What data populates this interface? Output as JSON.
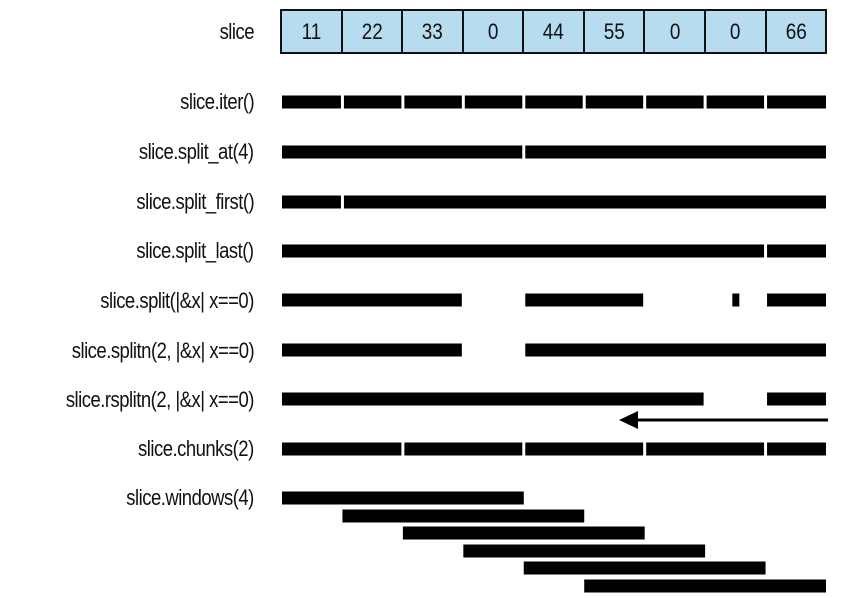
{
  "slice": {
    "label": "slice",
    "values": [
      "11",
      "22",
      "33",
      "0",
      "44",
      "55",
      "0",
      "0",
      "66"
    ]
  },
  "rows": [
    {
      "label": "slice.iter()",
      "segments": [
        [
          0,
          1
        ],
        [
          1,
          2
        ],
        [
          2,
          3
        ],
        [
          3,
          4
        ],
        [
          4,
          5
        ],
        [
          5,
          6
        ],
        [
          6,
          7
        ],
        [
          7,
          8
        ],
        [
          8,
          9
        ]
      ]
    },
    {
      "label": "slice.split_at(4)",
      "segments": [
        [
          0,
          4
        ],
        [
          4,
          9
        ]
      ]
    },
    {
      "label": "slice.split_first()",
      "segments": [
        [
          0,
          1
        ],
        [
          1,
          9
        ]
      ]
    },
    {
      "label": "slice.split_last()",
      "segments": [
        [
          0,
          8
        ],
        [
          8,
          9
        ]
      ]
    },
    {
      "label": "slice.split(|&x| x==0)",
      "segments": [
        [
          0,
          3
        ],
        [
          4,
          6
        ],
        [
          7,
          7
        ],
        [
          8,
          9
        ]
      ]
    },
    {
      "label": "slice.splitn(2, |&x| x==0)",
      "segments": [
        [
          0,
          3
        ],
        [
          4,
          9
        ]
      ]
    },
    {
      "label": "slice.rsplitn(2, |&x| x==0)",
      "segments": [
        [
          0,
          7
        ],
        [
          8,
          9
        ]
      ],
      "arrow": true
    },
    {
      "label": "slice.chunks(2)",
      "segments": [
        [
          0,
          2
        ],
        [
          2,
          4
        ],
        [
          4,
          6
        ],
        [
          6,
          8
        ],
        [
          8,
          9
        ]
      ]
    },
    {
      "label": "slice.windows(4)",
      "windows": [
        [
          0,
          4
        ],
        [
          1,
          5
        ],
        [
          2,
          6
        ],
        [
          3,
          7
        ],
        [
          4,
          8
        ],
        [
          5,
          9
        ]
      ]
    }
  ]
}
